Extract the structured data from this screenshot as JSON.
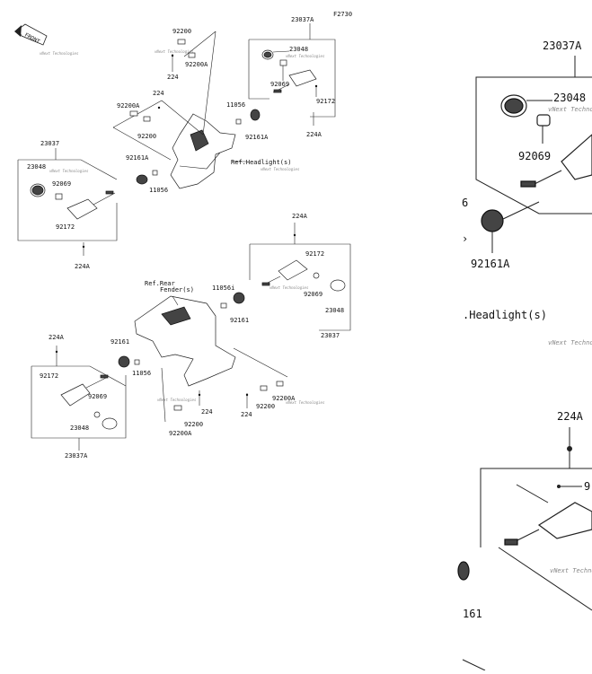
{
  "diagram": {
    "code": "F2730",
    "front_label": "FRONT",
    "watermark": "vNext Technologies",
    "ref_headlight": "Ref.Headlight(s)",
    "ref_rear_fender_line1": "Ref.Rear",
    "ref_rear_fender_line2": "Fender(s)",
    "parts": {
      "p23037a_tr": "23037A",
      "p23048_tr": "23048",
      "p92069_tr": "92069",
      "p92172_tr": "92172",
      "p224a_tr": "224A",
      "p11056_tc": "11056",
      "p92161a_tc": "92161A",
      "p92200_top": "92200",
      "p224_top": "224",
      "p92200a_top": "92200A",
      "p224_mid": "224",
      "p92200a_mid": "92200A",
      "p92200_mid": "92200",
      "p23037_tl": "23037",
      "p23048_tl": "23048",
      "p92069_tl": "92069",
      "p92172_tl": "92172",
      "p224a_tl": "224A",
      "p92161a_l": "92161A",
      "p11056_l": "11056",
      "p224a_mr": "224A",
      "p92172_mr": "92172",
      "p92069_mr": "92069",
      "p23048_mr": "23048",
      "p23037_mr": "23037",
      "p11056i": "11056i",
      "p92161_mr": "92161",
      "p224a_bl": "224A",
      "p92172_bl": "92172",
      "p92069_bl": "92069",
      "p23048_bl": "23048",
      "p23037a_bl": "23037A",
      "p92161_bl": "92161",
      "p11056_bl": "11056",
      "p92200_b": "92200",
      "p224_b": "224",
      "p92200a_b": "92200A",
      "p224_br": "224",
      "p92200_br": "92200",
      "p92200a_br": "92200A"
    }
  },
  "zoom": {
    "p23037a": "23037A",
    "p23048": "23048",
    "p92069": "92069",
    "p6": "6",
    "p92161a": "92161A",
    "ref_headlight": ".Headlight(s)",
    "watermark1": "vNext Techno",
    "p224a": "224A",
    "p9": "9",
    "watermark2": "vNext Techno",
    "p161": "161"
  }
}
